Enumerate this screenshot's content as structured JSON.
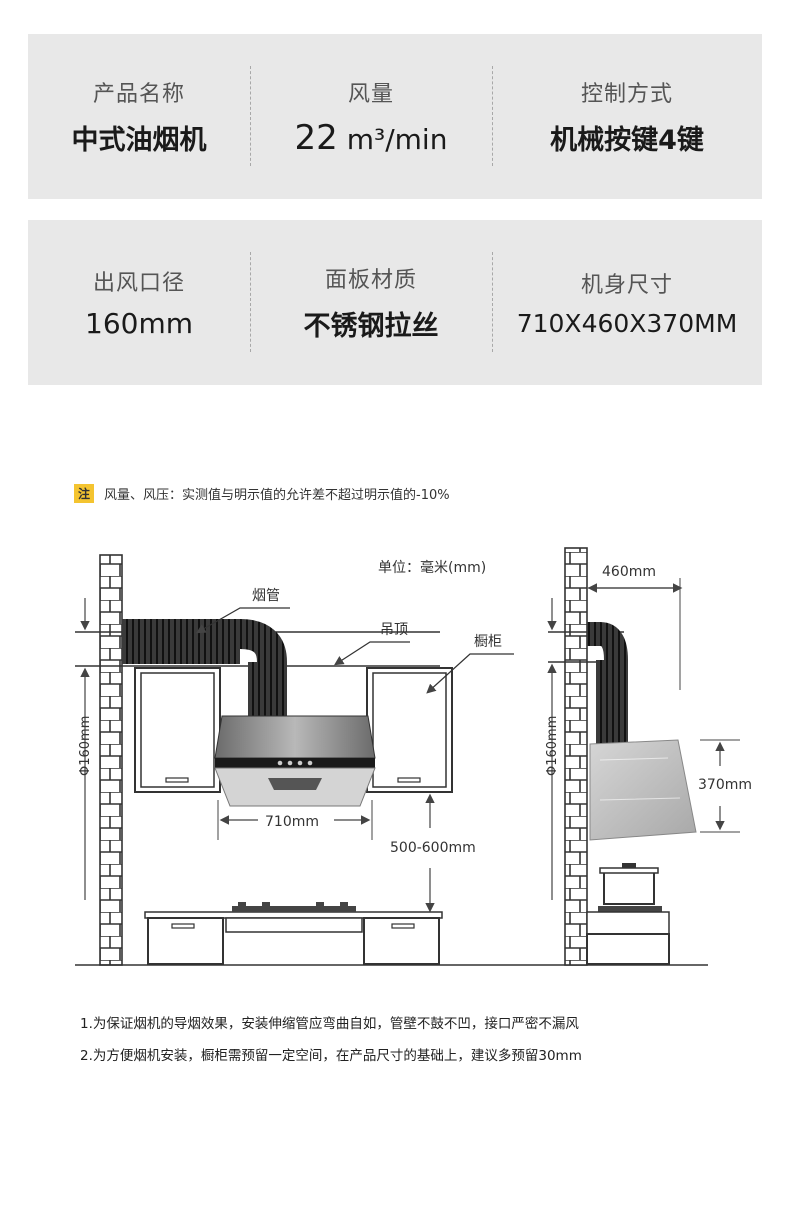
{
  "specs": [
    {
      "label": "产品名称",
      "value": "中式油烟机"
    },
    {
      "label": "风量",
      "value_num": "22",
      "value_unit": "m³/min"
    },
    {
      "label": "控制方式",
      "value": "机械按键4键"
    },
    {
      "label": "出风口径",
      "value": "160mm"
    },
    {
      "label": "面板材质",
      "value": "不锈钢拉丝"
    },
    {
      "label": "机身尺寸",
      "value": "710X460X370MM"
    }
  ],
  "note": {
    "tag": "注",
    "text": "风量、风压：实测值与明示值的允许差不超过明示值的-10%"
  },
  "diagram": {
    "unit_label": "单位：毫米(mm)",
    "duct_label": "烟管",
    "ceiling_label": "吊顶",
    "cabinet_label": "橱柜",
    "diameter_left": "Φ160mm",
    "width_label": "710mm",
    "height_range_label": "500-600mm",
    "diameter_right": "Φ160mm",
    "depth_label": "460mm",
    "body_height_label": "370mm"
  },
  "instructions": [
    "1.为保证烟机的导烟效果，安装伸缩管应弯曲自如，管壁不鼓不凹，接口严密不漏风",
    "2.为方便烟机安装，橱柜需预留一定空间，在产品尺寸的基础上，建议多预留30mm"
  ],
  "colors": {
    "spec_bg": "#e8e8e8",
    "note_tag": "#f4c430"
  }
}
